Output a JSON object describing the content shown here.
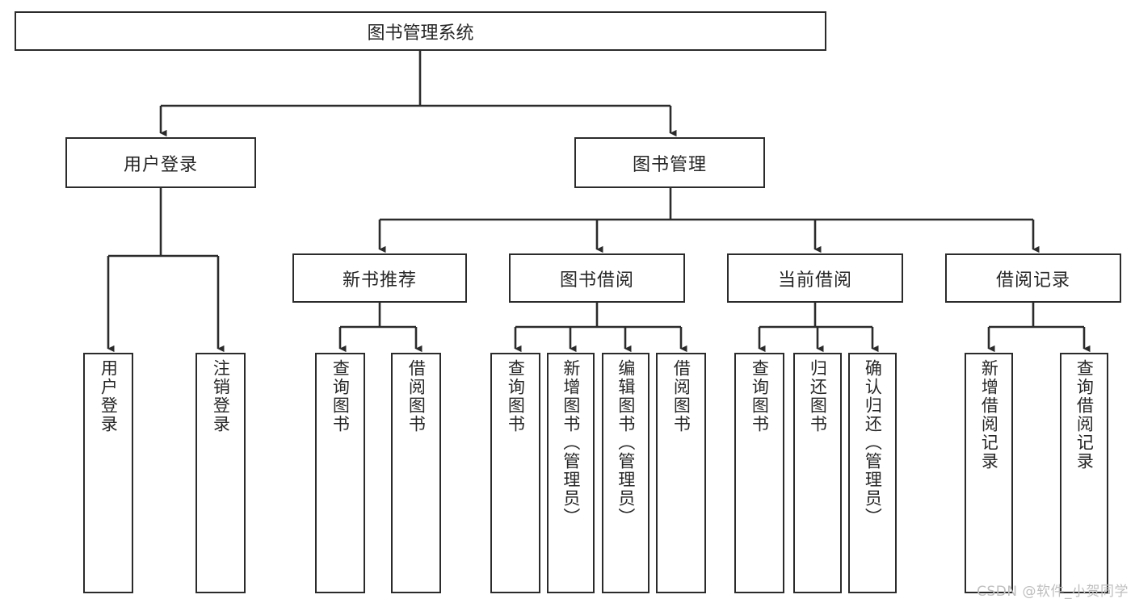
{
  "diagram": {
    "title": "图书管理系统",
    "root": {
      "label": "图书管理系统"
    },
    "level2": [
      {
        "label": "用户登录"
      },
      {
        "label": "图书管理"
      }
    ],
    "level3": [
      {
        "label": "新书推荐"
      },
      {
        "label": "图书借阅"
      },
      {
        "label": "当前借阅"
      },
      {
        "label": "借阅记录"
      }
    ],
    "leaves": {
      "user_login": [
        {
          "label": "用户登录"
        },
        {
          "label": "注销登录"
        }
      ],
      "new_book_recommend": [
        {
          "label": "查询图书"
        },
        {
          "label": "借阅图书"
        }
      ],
      "book_borrow": [
        {
          "label": "查询图书"
        },
        {
          "label": "新增图书（管理员）"
        },
        {
          "label": "编辑图书（管理员）"
        },
        {
          "label": "借阅图书"
        }
      ],
      "current_borrow": [
        {
          "label": "查询图书"
        },
        {
          "label": "归还图书"
        },
        {
          "label": "确认归还（管理员）"
        }
      ],
      "borrow_record": [
        {
          "label": "新增借阅记录"
        },
        {
          "label": "查询借阅记录"
        }
      ]
    }
  },
  "watermark": {
    "text": "CSDN @软件_小贺同学"
  },
  "colors": {
    "stroke": "#2b2b2b",
    "text": "#262626",
    "background": "#ffffff",
    "watermark": "#bfbfbf"
  }
}
